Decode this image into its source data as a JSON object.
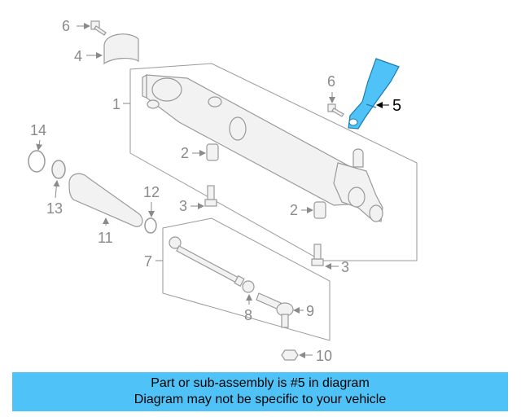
{
  "diagram": {
    "highlight_color": "#4fc3f7",
    "labels": [
      "1",
      "2",
      "2",
      "3",
      "3",
      "4",
      "5",
      "6",
      "6",
      "7",
      "8",
      "9",
      "10",
      "11",
      "12",
      "13",
      "14"
    ]
  },
  "banner": {
    "line1": "Part or sub-assembly is #5 in diagram",
    "line2": "Diagram may not be specific to your vehicle"
  }
}
